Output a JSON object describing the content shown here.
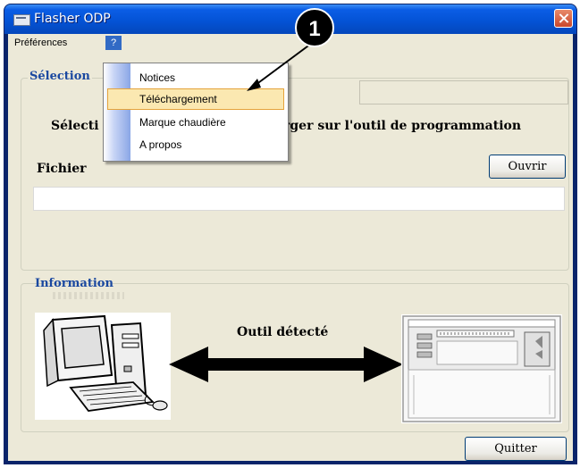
{
  "window": {
    "title": "Flasher ODP"
  },
  "menubar": {
    "items": [
      {
        "label": "Préférences"
      },
      {
        "label": "?"
      }
    ]
  },
  "dropdown": {
    "items": [
      {
        "label": "Notices"
      },
      {
        "label": "Téléchargement",
        "highlighted": true
      },
      {
        "label": "Marque chaudière"
      },
      {
        "label": "A propos"
      }
    ]
  },
  "selection": {
    "group_label": "Sélection",
    "instruction_start": "Sélecti",
    "instruction_end": "rger sur l'outil de programmation",
    "file_label": "Fichier",
    "open_button": "Ouvrir",
    "file_path": ""
  },
  "information": {
    "group_label": "Information",
    "status_text": "Outil détecté"
  },
  "footer": {
    "quit_button": "Quitter"
  },
  "annotation": {
    "badge": "1"
  },
  "colors": {
    "titlebar": "#0453d6",
    "menu_highlight": "#316ac5",
    "item_highlight": "#fbe8b1",
    "group_label": "#1a48a0"
  }
}
